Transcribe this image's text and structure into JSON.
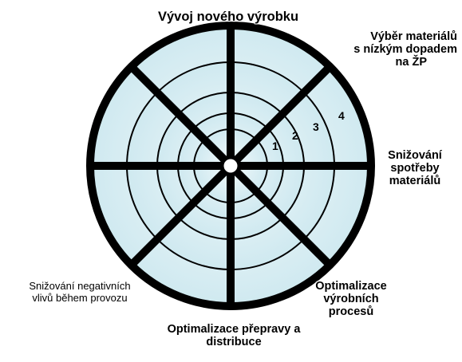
{
  "segments": {
    "top": "Vývoj nového výrobku",
    "top_right": [
      "Výběr materiálů",
      "s nízkým dopadem",
      "na ŽP"
    ],
    "right": [
      "Snižování",
      "spotřeby",
      "materiálů"
    ],
    "bottom_right": [
      "Optimalizace",
      "výrobních",
      "procesů"
    ],
    "bottom": [
      "Optimalizace přepravy a",
      "distribuce"
    ],
    "bottom_left": [
      "Snižování negativních",
      "vlivů během provozu"
    ]
  },
  "ring_numbers": [
    "1",
    "2",
    "3",
    "4"
  ],
  "colors": {
    "ring_fill": "#daeef3",
    "ring_fill_light": "#f4fafb",
    "stroke": "#000000",
    "background": "#ffffff"
  }
}
